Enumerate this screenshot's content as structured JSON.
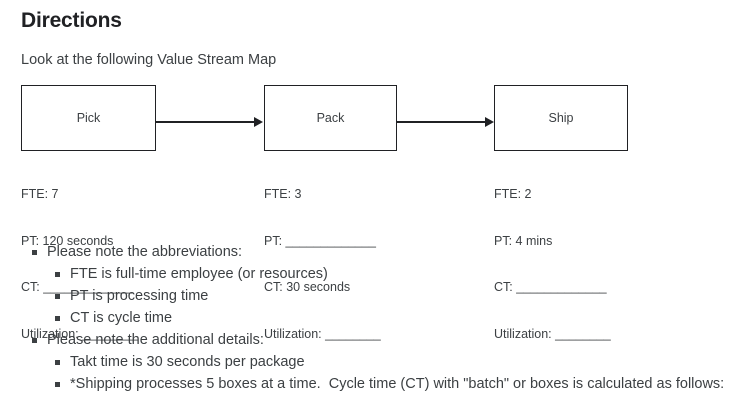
{
  "page": {
    "title": "Directions",
    "intro": "Look at the following Value Stream Map"
  },
  "vsm": {
    "nodes": [
      {
        "label": "Pick",
        "metrics": {
          "fte": "FTE: 7",
          "pt": "PT: 120 seconds",
          "ct": "CT: _____________",
          "utilization": "Utilization: ________"
        }
      },
      {
        "label": "Pack",
        "metrics": {
          "fte": "FTE: 3",
          "pt": "PT: _____________",
          "ct": "CT: 30 seconds",
          "utilization": "Utilization: ________"
        }
      },
      {
        "label": "Ship",
        "metrics": {
          "fte": "FTE: 2",
          "pt": "PT: 4 mins",
          "ct": "CT: _____________",
          "utilization": "Utilization: ________"
        }
      }
    ],
    "arrows": [
      {
        "from": "Pick",
        "to": "Pack"
      },
      {
        "from": "Pack",
        "to": "Ship"
      }
    ]
  },
  "notes": [
    {
      "level": 1,
      "text": "Please note the abbreviations:"
    },
    {
      "level": 2,
      "text": "FTE is full-time employee (or resources)"
    },
    {
      "level": 2,
      "text": "PT is processing time"
    },
    {
      "level": 2,
      "text": "CT is cycle time"
    },
    {
      "level": 1,
      "text": "Please note the additional details:"
    },
    {
      "level": 2,
      "text": "Takt time is 30 seconds per package"
    },
    {
      "level": 2,
      "text": "*Shipping processes 5 boxes at a time.  Cycle time (CT) with \"batch\" or boxes is calculated as follows:"
    }
  ],
  "colors": {
    "text": "#3c4043",
    "heading": "#202124",
    "stroke": "#202124",
    "background": "#ffffff"
  }
}
